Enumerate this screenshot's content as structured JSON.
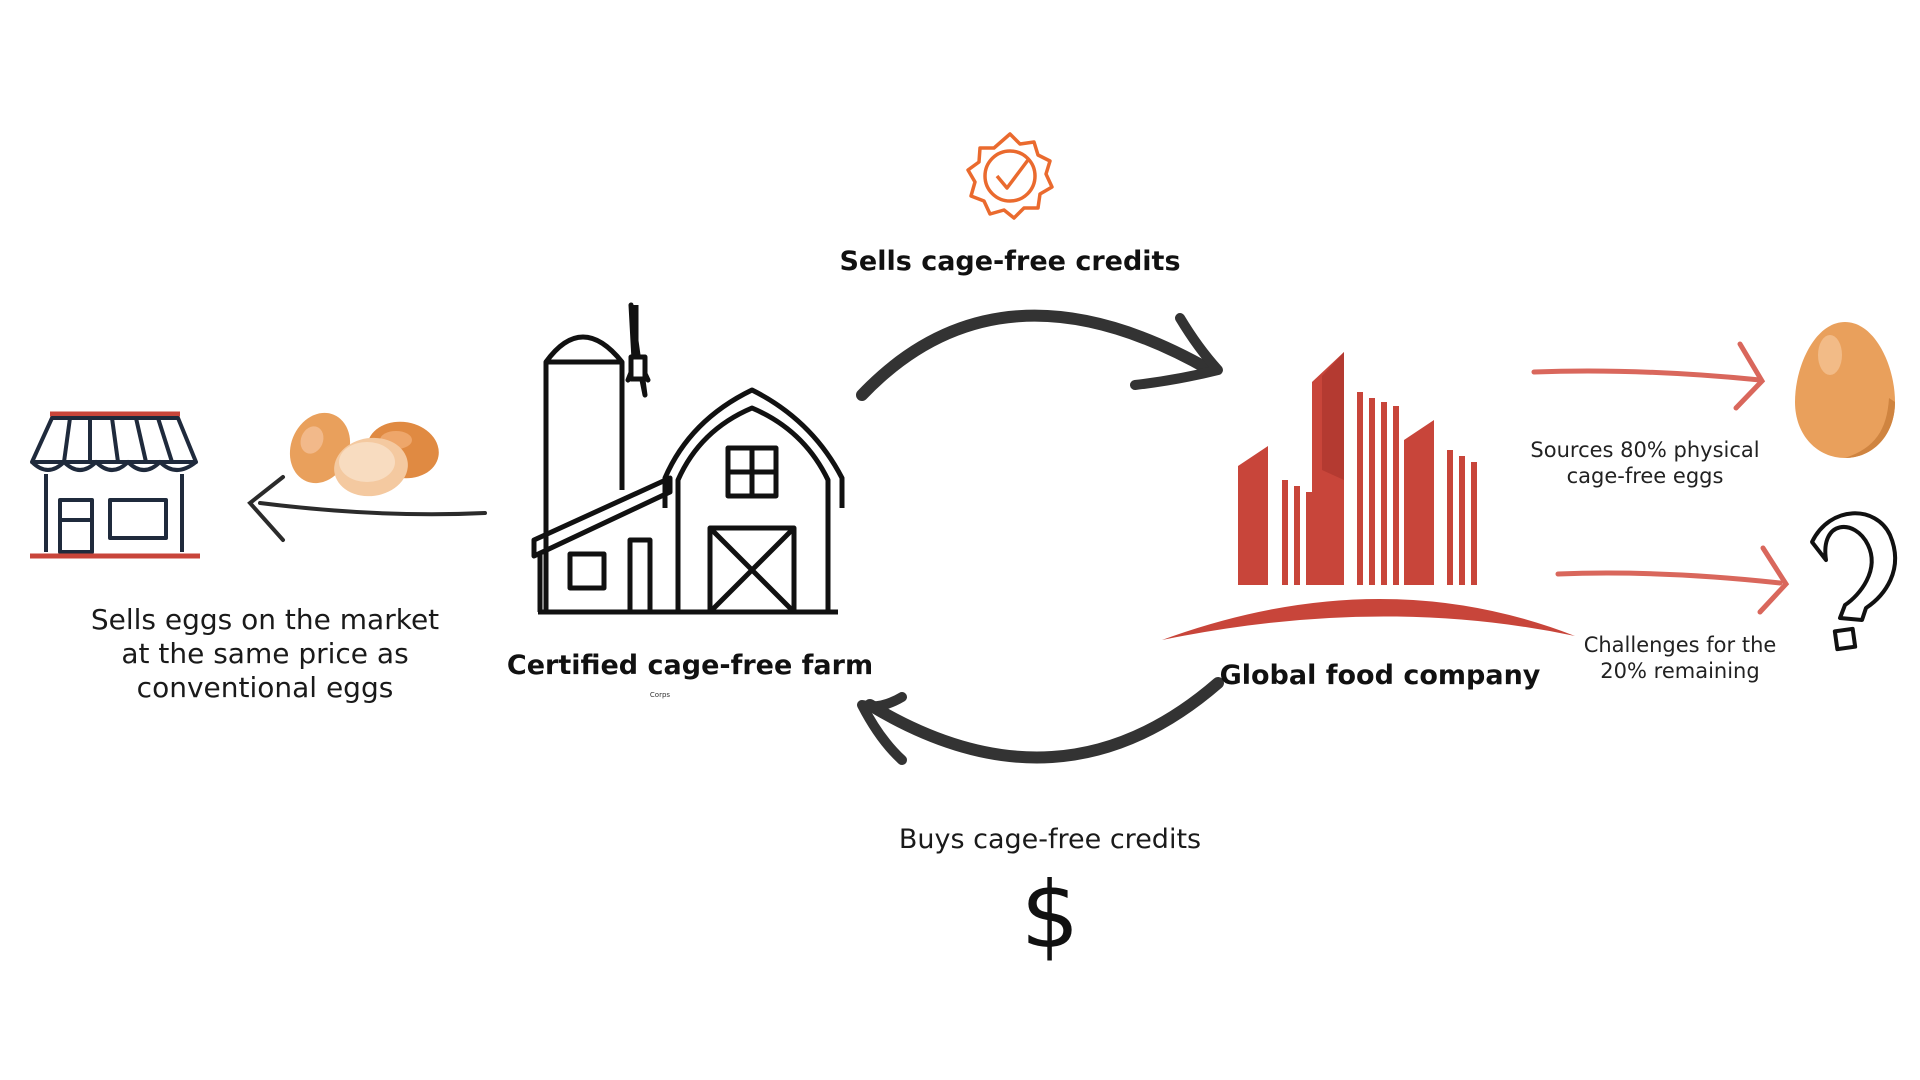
{
  "store": {
    "caption_lines": [
      "Sells eggs on the market",
      "at the same price as",
      "conventional eggs"
    ]
  },
  "farm": {
    "label": "Certified cage-free farm",
    "small_text": "Corps"
  },
  "top_flow": {
    "label": "Sells cage-free credits"
  },
  "company": {
    "label": "Global food company"
  },
  "bottom_flow": {
    "label": "Buys cage-free credits",
    "currency_symbol": "$"
  },
  "outcomes": {
    "sources_lines": [
      "Sources 80% physical",
      "cage-free eggs"
    ],
    "challenges_lines": [
      "Challenges for the",
      "20% remaining"
    ],
    "question_mark": "?"
  },
  "colors": {
    "accent_red": "#c8453a",
    "soft_red": "#d9675c",
    "badge_orange": "#ea6a2e",
    "egg_orange": "#e9a05c",
    "navy": "#1f2a3c",
    "dark_arrow": "#333333"
  },
  "icons": {
    "store": "storefront-icon",
    "eggs": "eggs-icon",
    "farm": "barn-icon",
    "badge": "certified-badge-icon",
    "company": "city-buildings-icon",
    "egg": "egg-icon",
    "question": "question-mark-icon"
  }
}
